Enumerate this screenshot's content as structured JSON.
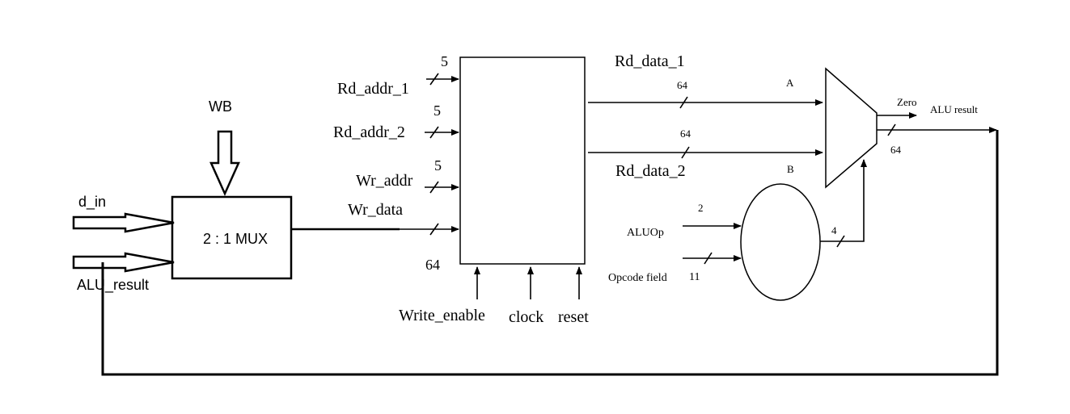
{
  "mux_2to1": {
    "label": "2 : 1 MUX",
    "select": "WB",
    "input_0": "d_in",
    "input_1": "ALU_result"
  },
  "register_file": {
    "rd_addr_1": "Rd_addr_1",
    "rd_addr_1_width": "5",
    "rd_addr_2": "Rd_addr_2",
    "rd_addr_2_width": "5",
    "wr_addr": "Wr_addr",
    "wr_addr_width": "5",
    "wr_data": "Wr_data",
    "wr_data_width": "64",
    "write_enable": "Write_enable",
    "clock": "clock",
    "reset": "reset",
    "rd_data_1": "Rd_data_1",
    "rd_data_1_width": "64",
    "rd_data_2": "Rd_data_2",
    "rd_data_2_width": "64"
  },
  "alu": {
    "input_a": "A",
    "input_b": "B",
    "zero": "Zero",
    "result": "ALU result",
    "result_width": "64"
  },
  "alu_control": {
    "aluop": "ALUOp",
    "aluop_width": "2",
    "opcode": "Opcode field",
    "opcode_width": "11",
    "out_width": "4"
  }
}
